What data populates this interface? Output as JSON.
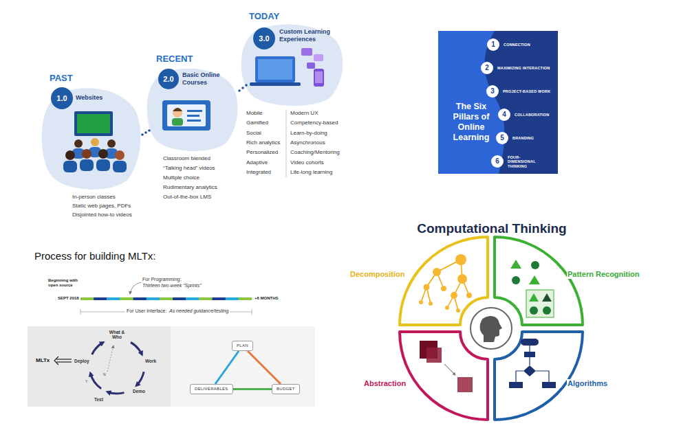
{
  "diagram": {
    "nodes": [
      {
        "text": [
          "PAST",
          "Websites"
        ]
      },
      {
        "text": [
          "1.0"
        ],
        "in": 0
      },
      {
        "text": [
          "RECENT",
          "Basic Online Courses"
        ]
      },
      {
        "text": [
          "2.0"
        ],
        "in": 2
      },
      {
        "text": [
          "TODAY",
          "Custom Learning Experiences"
        ]
      },
      {
        "text": [
          "3.0"
        ],
        "in": 4
      },
      {
        "text": [
          "The Six Pillars of Online Learning"
        ]
      },
      {
        "text": [
          "1",
          "CONNECTION"
        ],
        "in": 6
      },
      {
        "text": [
          "2",
          "MAXIMIZING INTERACTION"
        ],
        "in": 6
      },
      {
        "text": [
          "3",
          "PROJECT-BASED WORK"
        ],
        "in": 6
      },
      {
        "text": [
          "4",
          "COLLABORATION"
        ],
        "in": 6
      },
      {
        "text": [
          "5",
          "BRANDING"
        ],
        "in": 6
      },
      {
        "text": [
          "6",
          "FOUR-DIMENSIONAL THINKING"
        ],
        "in": 6
      },
      {
        "text": [
          "PLAN"
        ]
      },
      {
        "text": [
          "DELIVERABLES"
        ]
      },
      {
        "text": [
          "BUDGET"
        ]
      }
    ],
    "edges": [
      {
        "from": 13,
        "to": 15,
        "arrow": "none"
      },
      {
        "from": 15,
        "to": 14,
        "arrow": "none"
      },
      {
        "from": 14,
        "to": 13,
        "arrow": "none"
      }
    ],
    "labels": [
      "In-person classes",
      "Static web pages, PDFs",
      "Disjointed how-to videos",
      "Classroom blended",
      "“Talking head” videos",
      "Multiple choice",
      "Rudimentary analytics",
      "Out-of-the-box LMS",
      "Mobile",
      "Gamified",
      "Social",
      "Rich analytics",
      "Personalized",
      "Adaptive",
      "Integrated",
      "Modern UX",
      "Competency-based",
      "Learn-by-doing",
      "Asynchronous",
      "Coaching/Mentoring",
      "Video cohorts",
      "Life-long learning",
      "Process for building MLTx:",
      "Beginning with open source",
      "SEPT 2018",
      "For Programming:",
      "Thirteen two-week “Sprints”",
      "+6 MONTHS",
      "For User Interface:",
      "As needed guidance/testing",
      "What & Who",
      "Work",
      "Demo",
      "Test",
      "Deploy",
      "Y",
      "N",
      "MLTx",
      "Computational Thinking",
      "Decomposition",
      "Pattern Recognition",
      "Abstraction",
      "Algorithms"
    ]
  }
}
